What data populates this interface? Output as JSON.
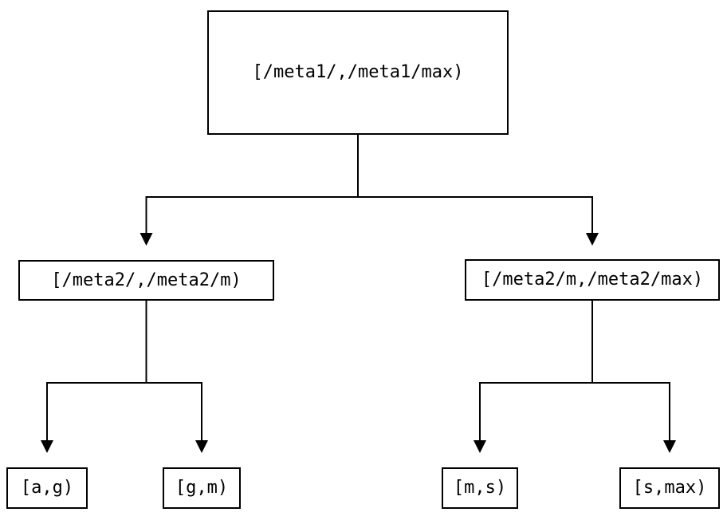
{
  "diagram": {
    "type": "tree",
    "root": {
      "label": "[/meta1/,/meta1/max)",
      "children": [
        {
          "label": "[/meta2/,/meta2/m)",
          "children": [
            {
              "label": "[a,g)"
            },
            {
              "label": "[g,m)"
            }
          ]
        },
        {
          "label": "[/meta2/m,/meta2/max)",
          "children": [
            {
              "label": "[m,s)"
            },
            {
              "label": "[s,max)"
            }
          ]
        }
      ]
    },
    "colors": {
      "line": "#000000",
      "box_border": "#000000",
      "box_background": "#ffffff",
      "page_background": "#ffffff",
      "text": "#000000"
    }
  }
}
